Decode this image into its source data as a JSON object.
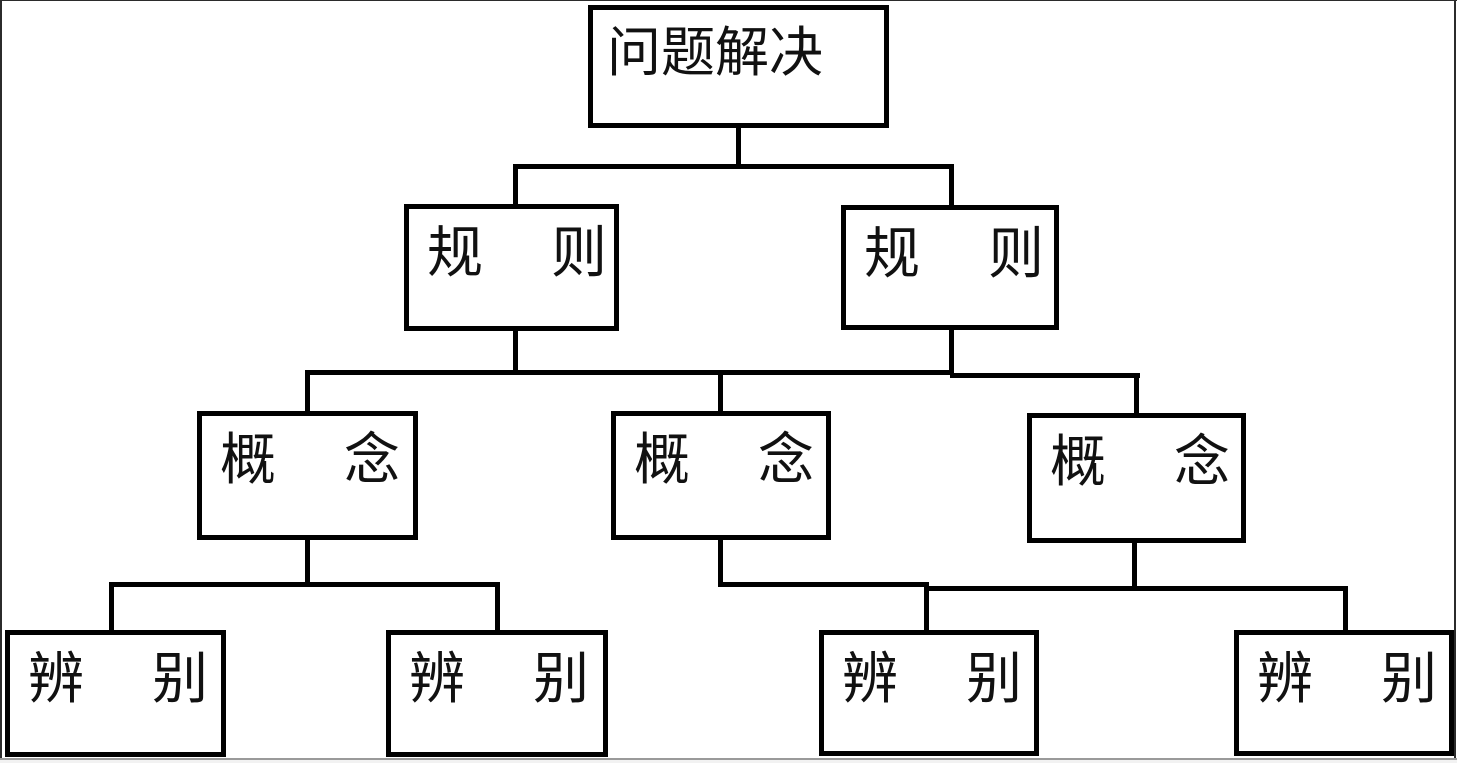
{
  "diagram": {
    "type": "hierarchy-tree",
    "nodes": {
      "root": {
        "label": "问题解决",
        "level": 1
      },
      "rule1": {
        "label": "规　则",
        "level": 2
      },
      "rule2": {
        "label": "规　则",
        "level": 2
      },
      "concept1": {
        "label": "概　念",
        "level": 3
      },
      "concept2": {
        "label": "概　念",
        "level": 3
      },
      "concept3": {
        "label": "概　念",
        "level": 3
      },
      "disc1": {
        "label": "辨　别",
        "level": 4
      },
      "disc2": {
        "label": "辨　别",
        "level": 4
      },
      "disc3": {
        "label": "辨　别",
        "level": 4
      },
      "disc4": {
        "label": "辨　别",
        "level": 4
      }
    },
    "edges": [
      [
        "root",
        "rule1"
      ],
      [
        "root",
        "rule2"
      ],
      [
        "rule1",
        "concept1"
      ],
      [
        "rule1",
        "concept2"
      ],
      [
        "rule2",
        "concept2"
      ],
      [
        "rule2",
        "concept3"
      ],
      [
        "concept1",
        "disc1"
      ],
      [
        "concept1",
        "disc2"
      ],
      [
        "concept2",
        "disc3"
      ],
      [
        "concept3",
        "disc3"
      ],
      [
        "concept3",
        "disc4"
      ]
    ],
    "colors": {
      "line": "#000000",
      "box_border": "#000000",
      "box_fill": "#ffffff",
      "background": "#ffffff",
      "frame_edge": "#2b2b2b",
      "slide_bottom_line": "#9a9a9a"
    }
  }
}
